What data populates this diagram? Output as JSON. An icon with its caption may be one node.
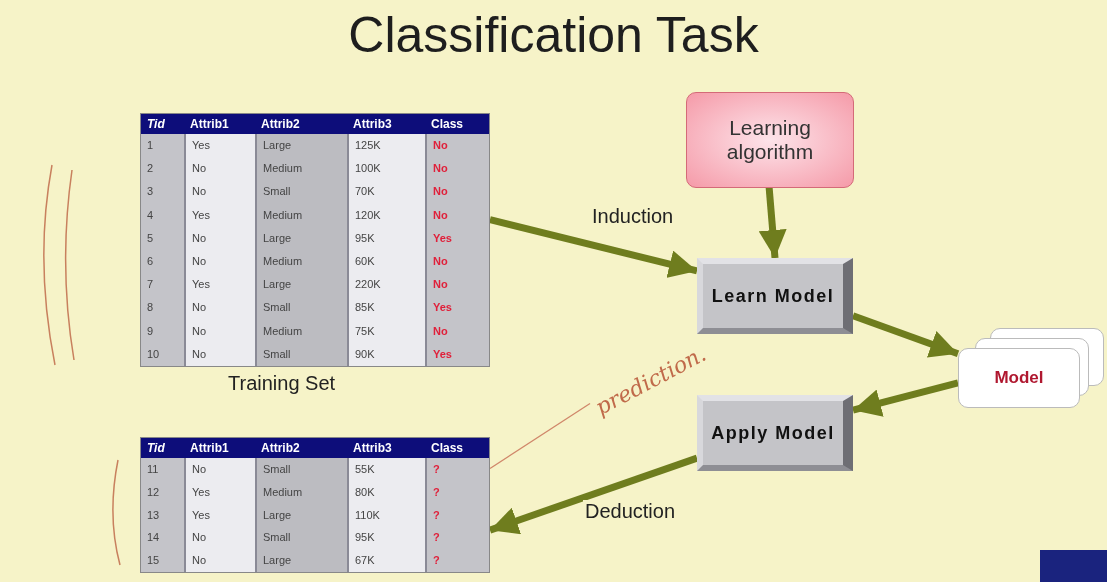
{
  "diagram": {
    "title": "Classification Task",
    "nodes": [
      {
        "text": [
          "Training Set"
        ]
      },
      {
        "text": [],
        "shape": "box"
      },
      {
        "text": [
          "Learning algorithm"
        ]
      },
      {
        "text": [
          "Learn Model"
        ]
      },
      {
        "text": [
          "Model"
        ]
      },
      {
        "text": [
          "Apply Model"
        ]
      },
      {
        "text": [
          "prediction."
        ]
      }
    ],
    "edges": [
      {
        "from": 0,
        "to": 3,
        "arrow": "to",
        "label": "Induction"
      },
      {
        "from": 2,
        "to": 3,
        "arrow": "to"
      },
      {
        "from": 3,
        "to": 4,
        "arrow": "to"
      },
      {
        "from": 4,
        "to": 5,
        "arrow": "to"
      },
      {
        "from": 5,
        "to": 1,
        "arrow": "to",
        "label": "Deduction"
      },
      {
        "from": 6,
        "to": 1,
        "arrow": "none",
        "color": "#d0876a"
      }
    ],
    "labels": [
      "Tid",
      "Attrib1",
      "Attrib2",
      "Attrib3",
      "Class",
      "1",
      "Yes",
      "Large",
      "125K",
      "No",
      "2",
      "No",
      "Medium",
      "100K",
      "No",
      "3",
      "No",
      "Small",
      "70K",
      "No",
      "4",
      "Yes",
      "Medium",
      "120K",
      "No",
      "5",
      "No",
      "Large",
      "95K",
      "Yes",
      "6",
      "No",
      "Medium",
      "60K",
      "No",
      "7",
      "Yes",
      "Large",
      "220K",
      "No",
      "8",
      "No",
      "Small",
      "85K",
      "Yes",
      "9",
      "No",
      "Medium",
      "75K",
      "No",
      "10",
      "No",
      "Small",
      "90K",
      "Yes",
      "Tid",
      "Attrib1",
      "Attrib2",
      "Attrib3",
      "Class",
      "11",
      "No",
      "Small",
      "55K",
      "?",
      "12",
      "Yes",
      "Medium",
      "80K",
      "?",
      "13",
      "Yes",
      "Large",
      "110K",
      "?",
      "14",
      "No",
      "Small",
      "95K",
      "?",
      "15",
      "No",
      "Large",
      "67K",
      "?"
    ]
  }
}
